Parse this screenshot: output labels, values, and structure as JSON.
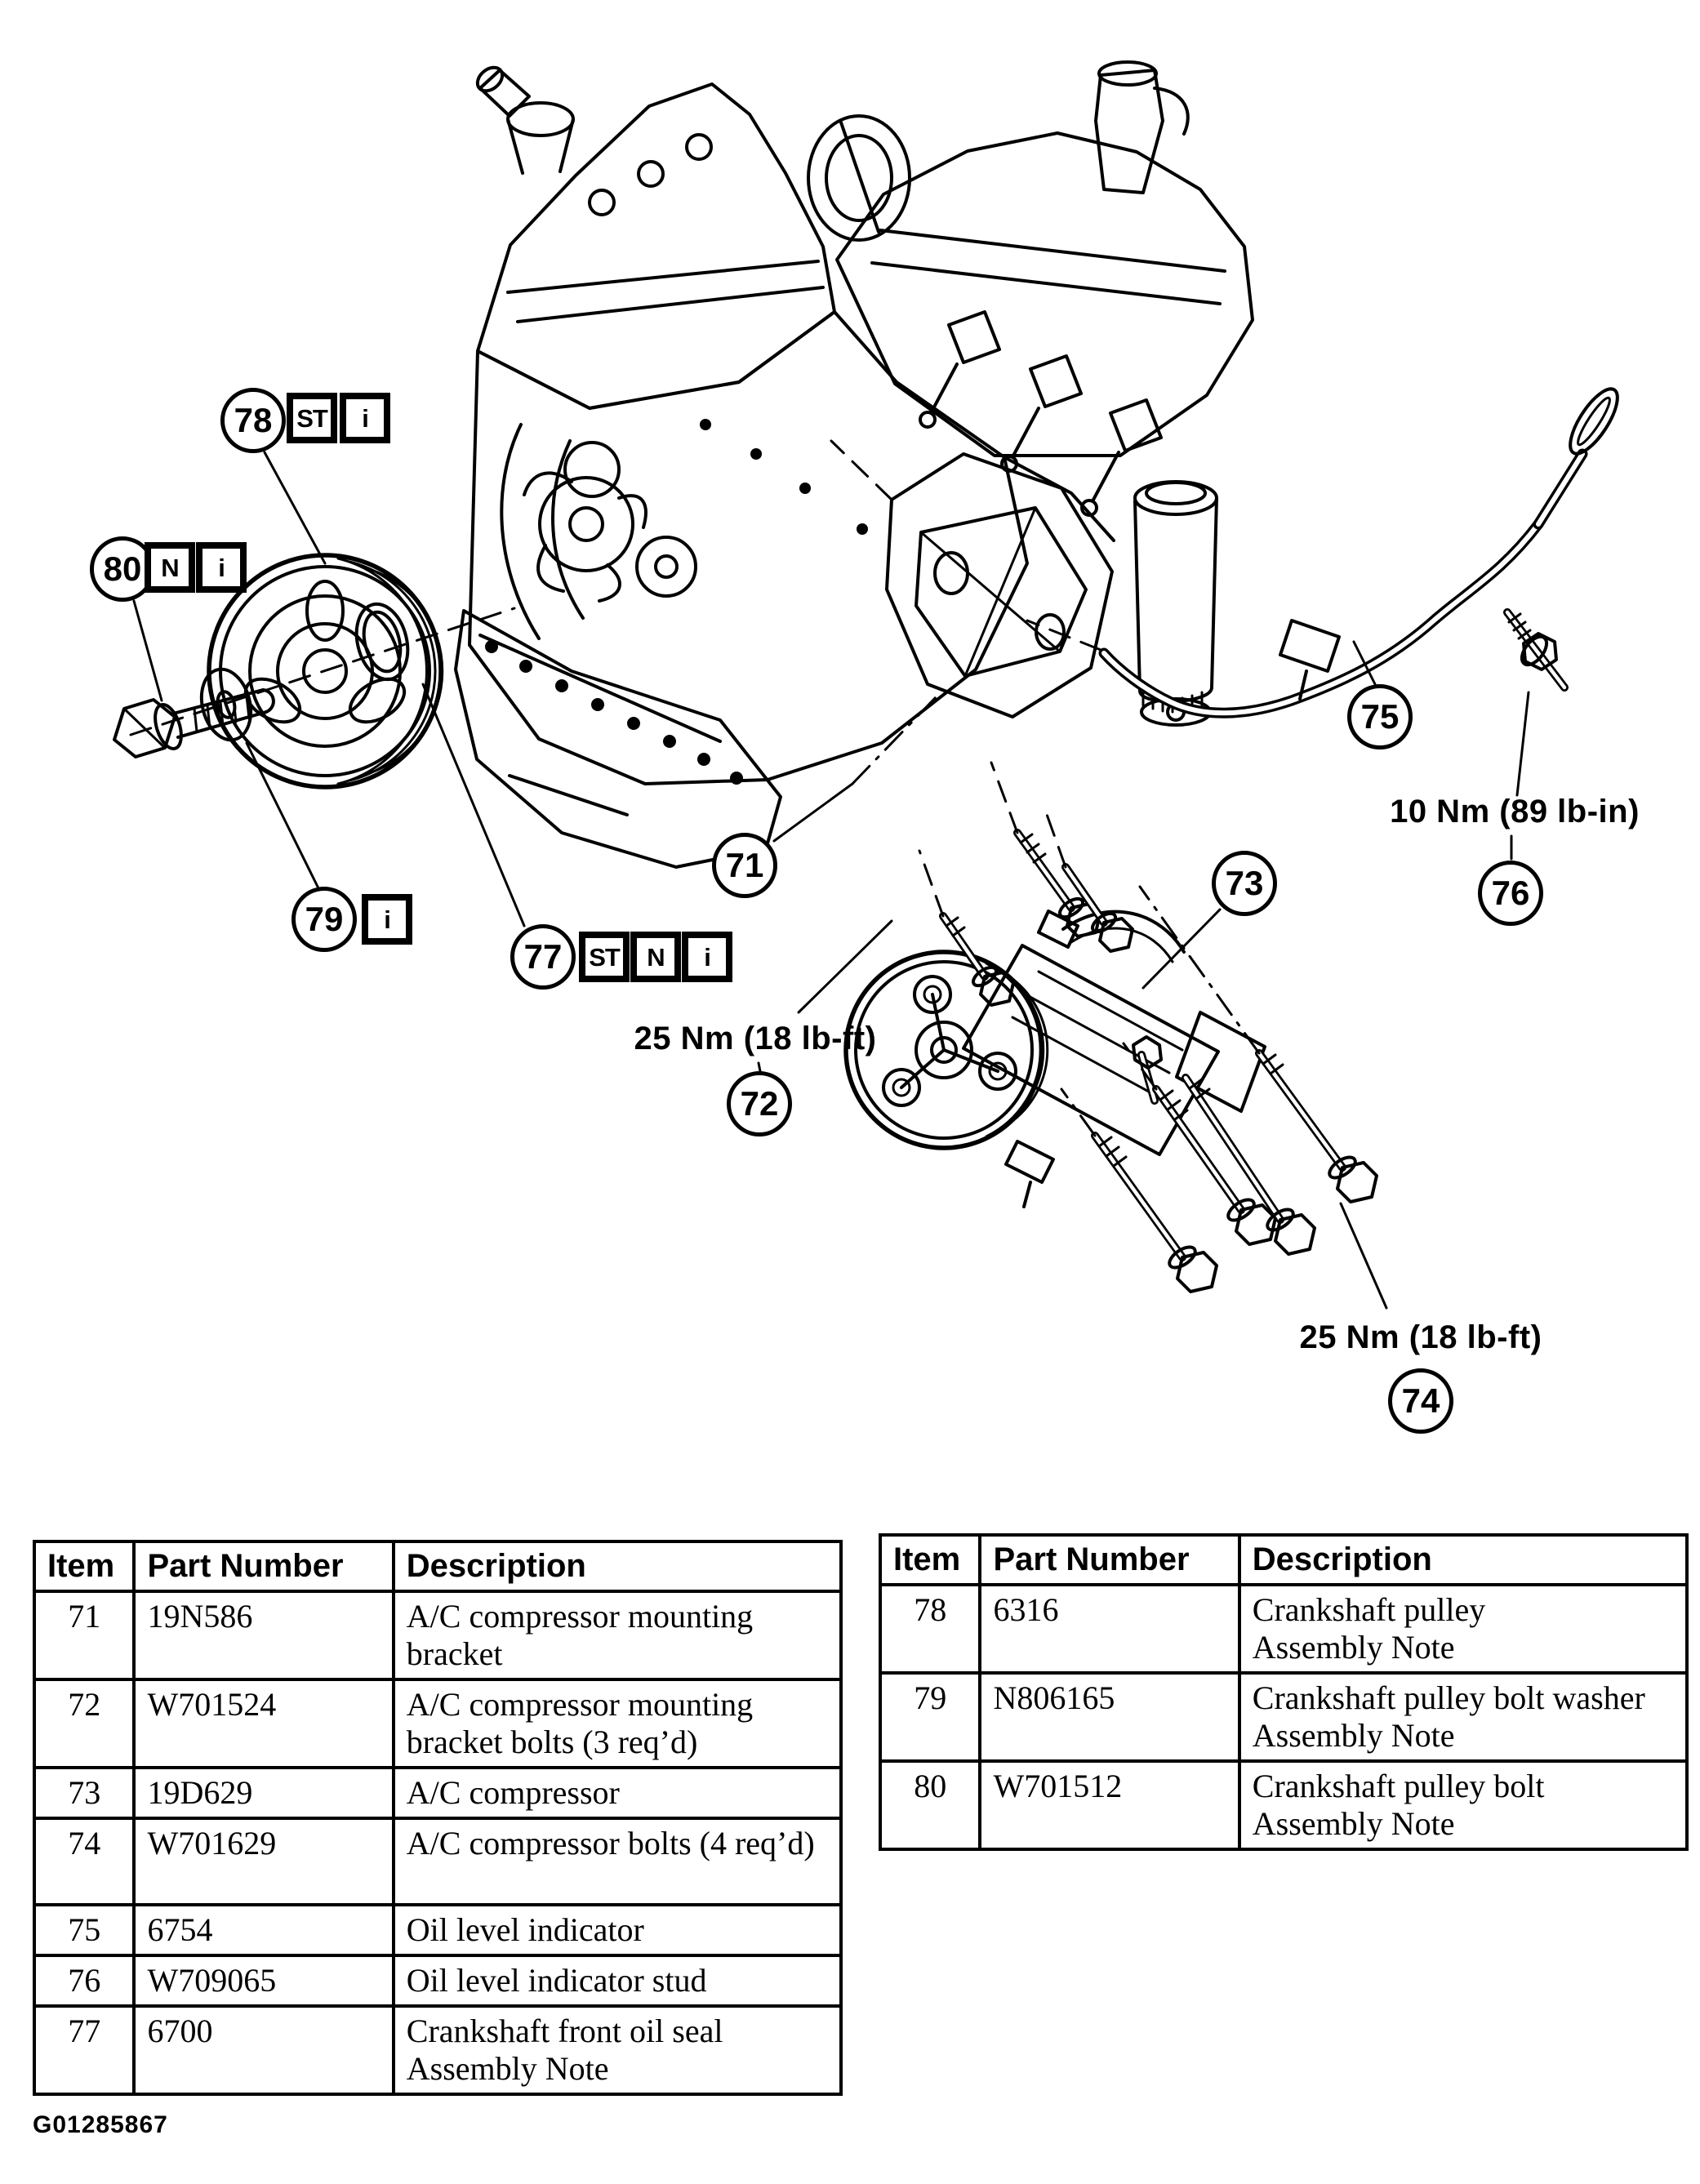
{
  "figure": {
    "code": "G01285867"
  },
  "diagram": {
    "callouts": [
      {
        "num": "78",
        "flags": [
          "ST",
          "i"
        ]
      },
      {
        "num": "80",
        "flags": [
          "N",
          "i"
        ]
      },
      {
        "num": "79",
        "flags": [
          "i"
        ]
      },
      {
        "num": "77",
        "flags": [
          "ST",
          "N",
          "i"
        ]
      },
      {
        "num": "71",
        "flags": []
      },
      {
        "num": "72",
        "flags": []
      },
      {
        "num": "73",
        "flags": []
      },
      {
        "num": "74",
        "flags": []
      },
      {
        "num": "75",
        "flags": []
      },
      {
        "num": "76",
        "flags": []
      }
    ],
    "notes": [
      {
        "text": "25 Nm (18 lb-ft)",
        "callout": "72"
      },
      {
        "text": "10 Nm (89 lb-in)",
        "callout": "76"
      },
      {
        "text": "25 Nm (18 lb-ft)",
        "callout": "74"
      }
    ]
  },
  "tables": {
    "headers": [
      "Item",
      "Part Number",
      "Description"
    ],
    "left": {
      "rows": [
        {
          "item": "71",
          "part": "19N586",
          "desc": "A/C compressor mounting bracket"
        },
        {
          "item": "72",
          "part": "W701524",
          "desc": "A/C compressor mounting bracket bolts (3 req’d)"
        },
        {
          "item": "73",
          "part": "19D629",
          "desc": "A/C compressor"
        },
        {
          "item": "74",
          "part": "W701629",
          "desc": "A/C compressor bolts (4 req’d)"
        },
        {
          "item": "75",
          "part": "6754",
          "desc": "Oil level indicator"
        },
        {
          "item": "76",
          "part": "W709065",
          "desc": "Oil level indicator stud"
        },
        {
          "item": "77",
          "part": "6700",
          "desc": "Crankshaft front oil seal\nAssembly Note"
        }
      ]
    },
    "right": {
      "rows": [
        {
          "item": "78",
          "part": "6316",
          "desc": "Crankshaft pulley\nAssembly Note"
        },
        {
          "item": "79",
          "part": "N806165",
          "desc": "Crankshaft pulley bolt washer\nAssembly Note"
        },
        {
          "item": "80",
          "part": "W701512",
          "desc": "Crankshaft pulley bolt\nAssembly Note"
        }
      ]
    }
  }
}
